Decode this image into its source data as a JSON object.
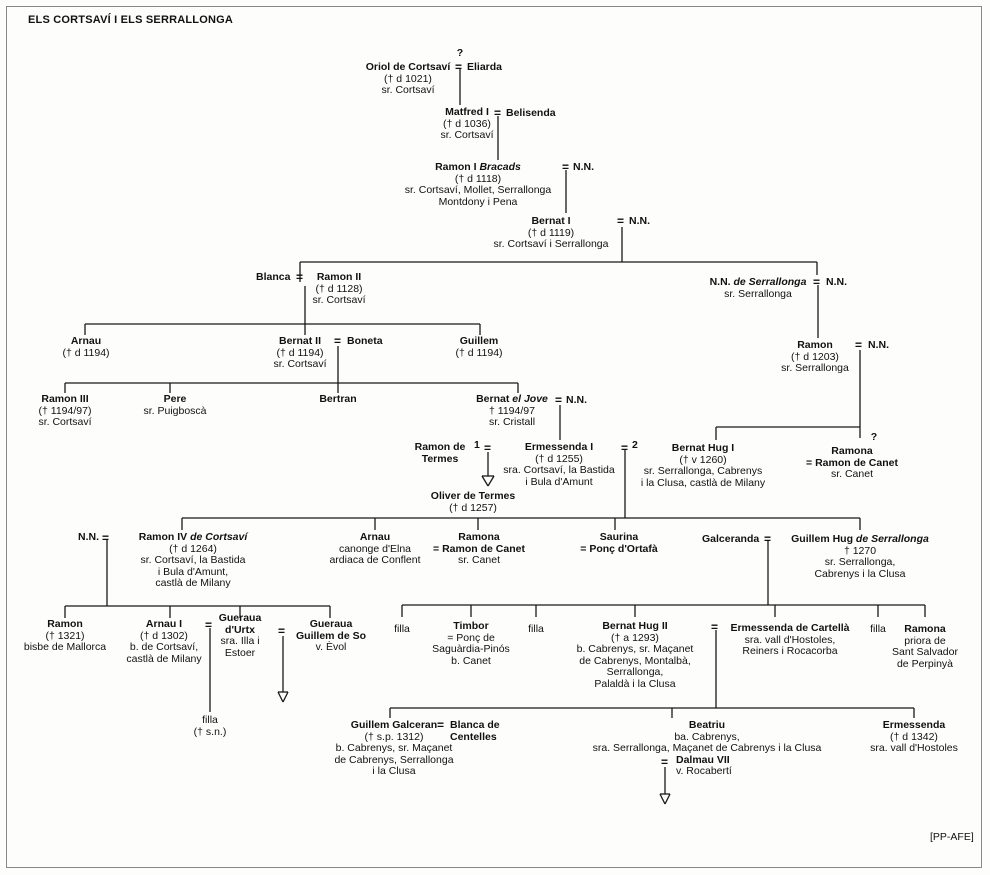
{
  "header": {
    "title": "ELS CORTSAVÍ I ELS SERRALLONGA",
    "credit": "[PP-AFE]"
  },
  "symbols": {
    "marriage": "=",
    "unknown": "?",
    "first": "1",
    "second": "2"
  },
  "people": {
    "oriol": {
      "name": "Oriol de Cortsaví",
      "dates": "(† d 1021)",
      "title": "sr. Cortsaví"
    },
    "eliarda": {
      "name": "Eliarda"
    },
    "matfred": {
      "name": "Matfred I",
      "dates": "(† d 1036)",
      "title": "sr. Cortsaví"
    },
    "belisenda": {
      "name": "Belisenda"
    },
    "ramon1": {
      "name_a": "Ramon I ",
      "name_b": "Bracads",
      "dates": "(† d 1118)",
      "title_1": "sr. Cortsaví, Mollet, Serrallonga",
      "title_2": "Montdony i Pena"
    },
    "ramon1_wife": {
      "name": "N.N."
    },
    "bernat1": {
      "name": "Bernat I",
      "dates": "(† d 1119)",
      "title": "sr. Cortsaví i Serrallonga"
    },
    "bernat1_wife": {
      "name": "N.N."
    },
    "blanca": {
      "name": "Blanca"
    },
    "ramon2": {
      "name": "Ramon II",
      "dates": "(† d 1128)",
      "title": "sr. Cortsaví"
    },
    "nn_serr": {
      "name_a": "N.N. ",
      "name_b": "de Serrallonga",
      "title": "sr. Serrallonga"
    },
    "nn_serr_wife": {
      "name": "N.N."
    },
    "arnau_a": {
      "name": "Arnau",
      "dates": "(† d 1194)"
    },
    "bernat2": {
      "name": "Bernat II",
      "dates": "(† d 1194)",
      "title": "sr. Cortsaví"
    },
    "boneta": {
      "name": "Boneta"
    },
    "guillem": {
      "name": "Guillem",
      "dates": "(† d 1194)"
    },
    "ramon_s": {
      "name": "Ramon",
      "dates": "(† d 1203)",
      "title": "sr. Serrallonga"
    },
    "ramon_s_wife": {
      "name": "N.N."
    },
    "ramon3": {
      "name": "Ramon III",
      "dates": "(† 1194/97)",
      "title": "sr. Cortsaví"
    },
    "pere": {
      "name": "Pere",
      "title": "sr. Puigboscà"
    },
    "bertran": {
      "name": "Bertran"
    },
    "bernat_jove": {
      "name_a": "Bernat ",
      "name_b": "el Jove",
      "dates": "† 1194/97",
      "title": "sr. Cristall"
    },
    "bernat_jove_wife": {
      "name": "N.N."
    },
    "ramon_termes": {
      "name_1": "Ramon de",
      "name_2": "Termes"
    },
    "ermessenda1": {
      "name": "Ermessenda I",
      "dates": "(† d 1255)",
      "title_1": "sra. Cortsaví, la Bastida",
      "title_2": "i Bula d'Amunt"
    },
    "oliver": {
      "name": "Oliver de Termes",
      "dates": "(† d 1257)"
    },
    "bernat_hug": {
      "name": "Bernat Hug I",
      "dates": "(† v 1260)",
      "title_1": "sr. Serrallonga, Cabrenys",
      "title_2": "i la Clusa, castlà de Milany"
    },
    "ramona_a": {
      "name": "Ramona",
      "spouse": "Ramon de Canet",
      "title": "sr. Canet"
    },
    "nn_r4": {
      "name": "N.N."
    },
    "ramon4": {
      "name_a": "Ramon IV ",
      "name_b": "de Cortsaví",
      "dates": "(† d 1264)",
      "title_1": "sr. Cortsaví, la Bastida",
      "title_2": "i Bula d'Amunt,",
      "title_3": "castlà de Milany"
    },
    "arnau_b": {
      "name": "Arnau",
      "title_1": "canonge d'Elna",
      "title_2": "ardiaca de Conflent"
    },
    "ramona_b": {
      "name": "Ramona",
      "spouse": "Ramon de Canet",
      "title": "sr. Canet"
    },
    "saurina": {
      "name": "Saurina",
      "spouse": "Ponç d'Ortafà"
    },
    "galceranda": {
      "name": "Galceranda"
    },
    "guillem_hug": {
      "name_a": "Guillem Hug ",
      "name_b": "de Serrallonga",
      "dates": "† 1270",
      "title_1": "sr. Serrallonga,",
      "title_2": "Cabrenys i la Clusa"
    },
    "ramon_bisbe": {
      "name": "Ramon",
      "dates": "(† 1321)",
      "title": "bisbe de Mallorca"
    },
    "arnau1": {
      "name": "Arnau I",
      "dates": "(† d 1302)",
      "title_1": "b. de Cortsaví,",
      "title_2": "castlà de Milany"
    },
    "gueraua_urtx": {
      "name_1": "Gueraua",
      "name_2": "d'Urtx",
      "title_1": "sra. Illa i",
      "title_2": "Estoer"
    },
    "gueraua_so": {
      "name_1": "Gueraua",
      "spouse": "Guillem de So",
      "title": "v. Èvol"
    },
    "filla_a": {
      "name": "filla"
    },
    "timbor": {
      "name": "Timbor",
      "spouse_1": "Ponç de",
      "spouse_2": "Saguàrdia-Pinós",
      "title": "b. Canet"
    },
    "filla_b": {
      "name": "filla"
    },
    "bernat_hug2": {
      "name": "Bernat Hug II",
      "dates": "(† a 1293)",
      "title_1": "b. Cabrenys, sr. Maçanet",
      "title_2": "de Cabrenys, Montalbà,",
      "title_3": "Serrallonga,",
      "title_4": "Palaldà i la Clusa"
    },
    "ermessenda_c": {
      "name": "Ermessenda de Cartellà",
      "title_1": "sra. vall d'Hostoles,",
      "title_2": "Reiners i Rocacorba"
    },
    "filla_c": {
      "name": "filla"
    },
    "ramona_p": {
      "name": "Ramona",
      "title_1": "priora de",
      "title_2": "Sant Salvador",
      "title_3": "de Perpinyà"
    },
    "filla_d": {
      "name": "filla",
      "dates": "(†  s.n.)"
    },
    "guillem_g": {
      "name": "Guillem Galceran",
      "dates": "(† s.p. 1312)",
      "title_1": "b. Cabrenys, sr. Maçanet",
      "title_2": "de Cabrenys, Serrallonga",
      "title_3": "i la Clusa"
    },
    "blanca_c": {
      "name_1": "Blanca de",
      "name_2": "Centelles"
    },
    "beatriu": {
      "name": "Beatriu",
      "title_1": "ba. Cabrenys,",
      "title_2": "sra. Serrallonga, Maçanet de Cabrenys i la Clusa",
      "spouse": "Dalmau VII",
      "spouse_title": "v. Rocabertí"
    },
    "ermessenda_f": {
      "name": "Ermessenda",
      "dates": "(† d 1342)",
      "title": "sra. vall d'Hostoles"
    }
  }
}
